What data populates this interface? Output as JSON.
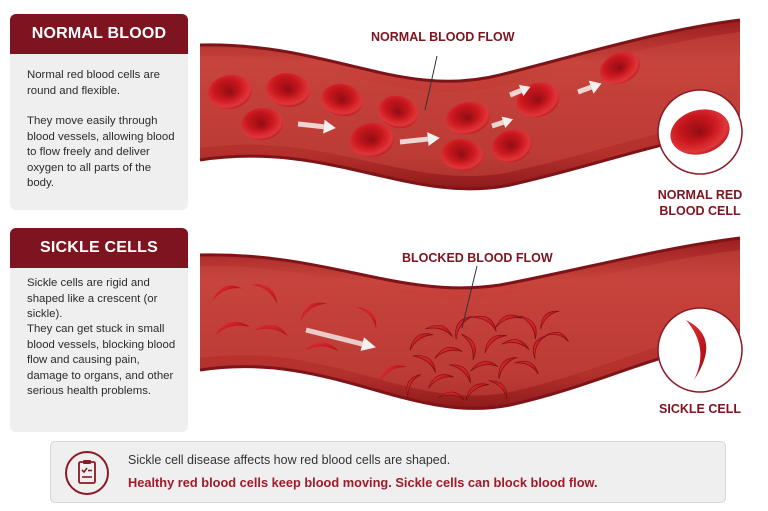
{
  "normal_panel": {
    "title": "NORMAL BLOOD",
    "para1": "Normal red blood cells are round and flexible.",
    "para2": "They move easily through blood vessels, allowing blood to flow freely and deliver oxygen to all parts of the body."
  },
  "sickle_panel": {
    "title": "SICKLE CELLS",
    "para1": "Sickle cells are rigid and shaped like a crescent (or sickle).",
    "para2": "They can get stuck in small blood vessels, blocking blood flow and causing pain, damage to organs, and other serious health problems."
  },
  "normal_vessel": {
    "flow_label": "NORMAL BLOOD FLOW",
    "cell_label_line1": "NORMAL RED",
    "cell_label_line2": "BLOOD CELL"
  },
  "sickle_vessel": {
    "flow_label": "BLOCKED BLOOD FLOW",
    "cell_label": "SICKLE CELL"
  },
  "footer": {
    "line1": "Sickle cell disease affects how red blood cells are shaped.",
    "line2": "Healthy red blood cells keep blood moving. Sickle cells can block blood flow.",
    "icon": "clipboard-check-icon"
  },
  "colors": {
    "accent": "#7d1420",
    "cell": "#c8161d",
    "vessel": "#b72a2a",
    "highlight": "#a01a2a"
  }
}
